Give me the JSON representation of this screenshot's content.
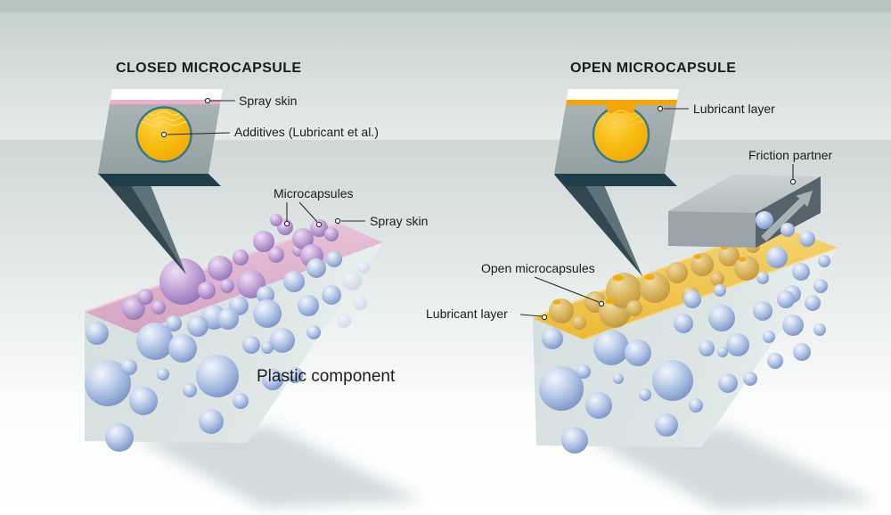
{
  "figure": {
    "type": "diagram-two-panel",
    "left": {
      "title": "CLOSED MICROCAPSULE",
      "inset": {
        "spray_skin": "Spray skin",
        "additives": "Additives (Lubricant et al.)"
      },
      "block": {
        "microcapsules": "Microcapsules",
        "spray_skin": "Spray skin",
        "plastic_component": "Plastic component"
      }
    },
    "right": {
      "title": "OPEN MICROCAPSULE",
      "inset": {
        "lubricant_layer": "Lubricant layer"
      },
      "block": {
        "friction_partner": "Friction partner",
        "open_microcapsules": "Open microcapsules",
        "lubricant_layer": "Lubricant layer"
      }
    },
    "colors": {
      "spray_skin_pink": "#efaecb",
      "lubricant_yellow": "#f2a608",
      "capsule_fill": "#f8bb0f",
      "capsule_stroke": "#327a8c",
      "microcapsule_purple": "#b091cb",
      "plastic_sphere_blue": "#9fb5dd",
      "open_capsule_tan": "#d0a94f",
      "inset_gray": "#9aa5a7",
      "friction_partner_dark": "#57636a",
      "underside_teal": "#1f3e4a"
    }
  }
}
